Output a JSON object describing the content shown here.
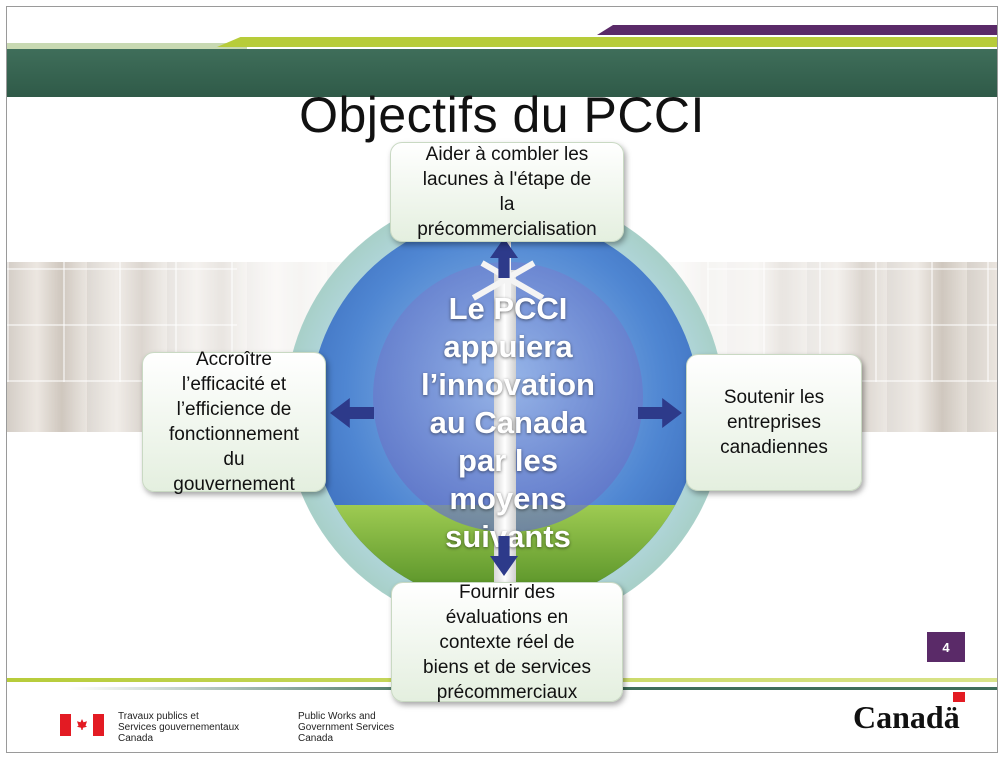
{
  "slide": {
    "title": "Objectifs du PCCI",
    "center_text": [
      "Le PCCI",
      "appuiera",
      "l’innovation",
      "au Canada",
      "par les",
      "moyens",
      "suivants"
    ],
    "boxes": {
      "top": [
        "Aider à combler les",
        "lacunes à l'étape de",
        "la",
        "précommercialisation"
      ],
      "left": [
        "Accroître",
        "l’efficacité et",
        "l’efficience de",
        "fonctionnement",
        "du",
        "gouvernement"
      ],
      "right": [
        "Soutenir les",
        "entreprises",
        "canadiennes"
      ],
      "bottom": [
        "Fournir des",
        "évaluations en",
        "contexte réel de",
        "biens et de services",
        "précommerciaux"
      ]
    },
    "page_number": "4"
  },
  "footer": {
    "dept_fr": [
      "Travaux publics et",
      "Services gouvernementaux",
      "Canada"
    ],
    "dept_en": [
      "Public Works and",
      "Government Services",
      "Canada"
    ],
    "wordmark": "Canadä"
  },
  "colors": {
    "header_green": "#3f6e5a",
    "lime_stripe": "#b7cc3a",
    "purple_stripe": "#5a2a68",
    "arrow_blue": "#2d3a8a",
    "flag_red": "#e31b23"
  },
  "icons": [
    "canada-flag-icon",
    "wind-turbine-image"
  ]
}
